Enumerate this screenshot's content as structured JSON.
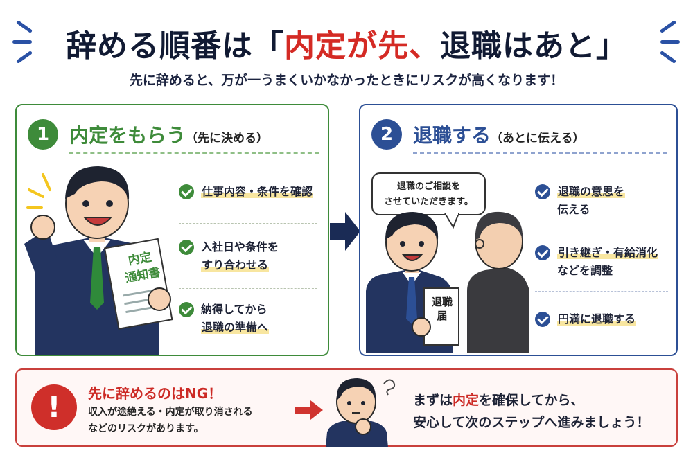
{
  "header": {
    "title_pre": "辞める順番は「",
    "title_red": "内定が先、",
    "title_post": "退職はあと」",
    "subtitle": "先に辞めると、万が一うまくいかなかったときにリスクが高くなります！"
  },
  "step1": {
    "number": "1",
    "title": "内定をもらう",
    "note": "（先に決める）",
    "document_line1": "内定",
    "document_line2": "通知書",
    "items": [
      {
        "line1": "仕事内容・条件を確認",
        "line2": ""
      },
      {
        "line1": "入社日や条件を",
        "line2": "すり合わせる"
      },
      {
        "line1": "納得してから",
        "line2": "退職の準備へ"
      }
    ]
  },
  "step2": {
    "number": "2",
    "title": "退職する",
    "note": "（あとに伝える）",
    "bubble_line1": "退職のご相談を",
    "bubble_line2": "させていただきます。",
    "document_line1": "退職",
    "document_line2": "届",
    "items": [
      {
        "line1": "退職の意思を",
        "line2": "伝える"
      },
      {
        "line1": "引き継ぎ・有給消化",
        "line2": "などを調整"
      },
      {
        "line1": "円満に退職する",
        "line2": ""
      }
    ]
  },
  "warning": {
    "mark": "!",
    "title": "先に辞めるのはNG！",
    "text_line1": "収入が途絶える・内定が取り消される",
    "text_line2": "などのリスクがあります。",
    "advice_pre": "まずは",
    "advice_red": "内定",
    "advice_post": "を確保してから、",
    "advice_line2": "安心して次のステップへ進みましょう！"
  },
  "colors": {
    "green": "#3e8b3a",
    "navy": "#2c4f95",
    "red": "#cc2a25",
    "highlight": "#f8e6a0"
  }
}
